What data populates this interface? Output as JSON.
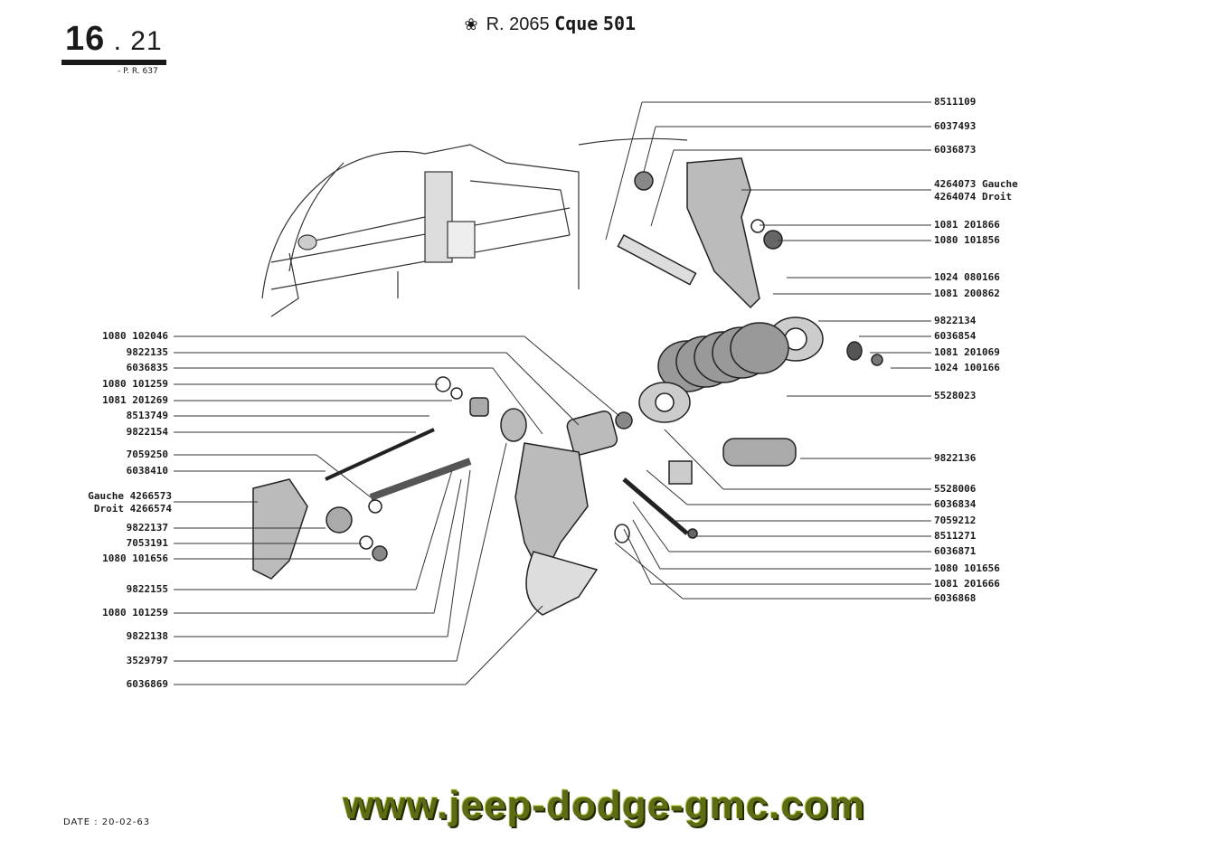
{
  "page_number": "16",
  "page_sub": "21",
  "pr_ref": "- P. R. 637",
  "header": {
    "ref": "R. 2065",
    "cque_label": "Cque",
    "cque_num": "501"
  },
  "date": "DATE : 20-02-63",
  "website": "www.jeep-dodge-gmc.com",
  "labels_left": [
    "1080 102046",
    "9822135",
    "6036835",
    "1080 101259",
    "1081 201269",
    "8513749",
    "9822154",
    "7059250",
    "6038410",
    "Gauche 4266573",
    "Droit  4266574",
    "9822137",
    "7053191",
    "1080 101656",
    "9822155",
    "1080 101259",
    "9822138",
    "3529797",
    "6036869"
  ],
  "labels_right": [
    "8511109",
    "6037493",
    "6036873",
    "4264073 Gauche",
    "4264074 Droit",
    "1081 201866",
    "1080 101856",
    "1024 080166",
    "1081 200862",
    "9822134",
    "6036854",
    "1081 201069",
    "1024 100166",
    "5528023",
    "9822136",
    "5528006",
    "6036834",
    "7059212",
    "8511271",
    "6036871",
    "1080 101656",
    "1081 201666",
    "6036868"
  ]
}
